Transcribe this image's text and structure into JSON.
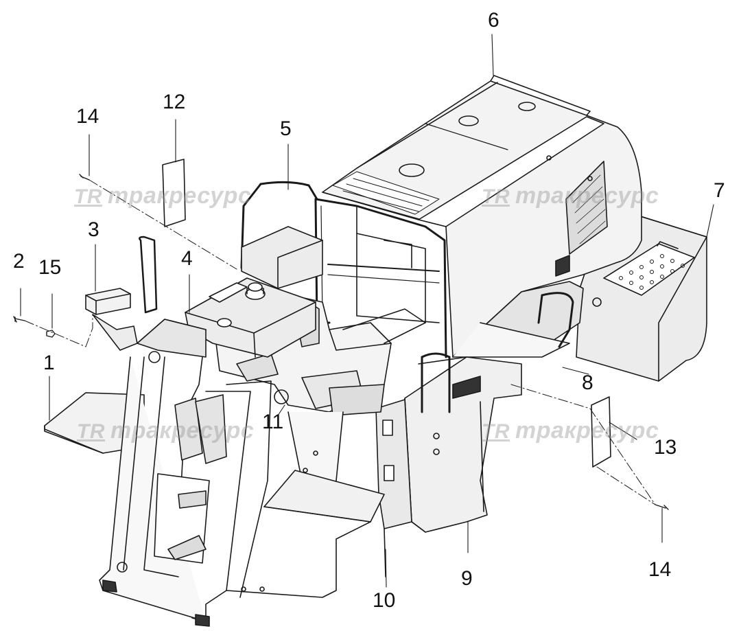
{
  "callouts": {
    "c1": "1",
    "c2": "2",
    "c3": "3",
    "c4": "4",
    "c5": "5",
    "c6": "6",
    "c7": "7",
    "c8": "8",
    "c9": "9",
    "c10": "10",
    "c11": "11",
    "c12": "12",
    "c13": "13",
    "c14a": "14",
    "c14b": "14",
    "c15": "15"
  },
  "watermark": {
    "mark": "TR",
    "text": "тракресурс"
  },
  "colors": {
    "line": "#1a1a1a",
    "fill": "#ffffff",
    "shade": "#e6e6e6",
    "watermark": "#969696"
  }
}
